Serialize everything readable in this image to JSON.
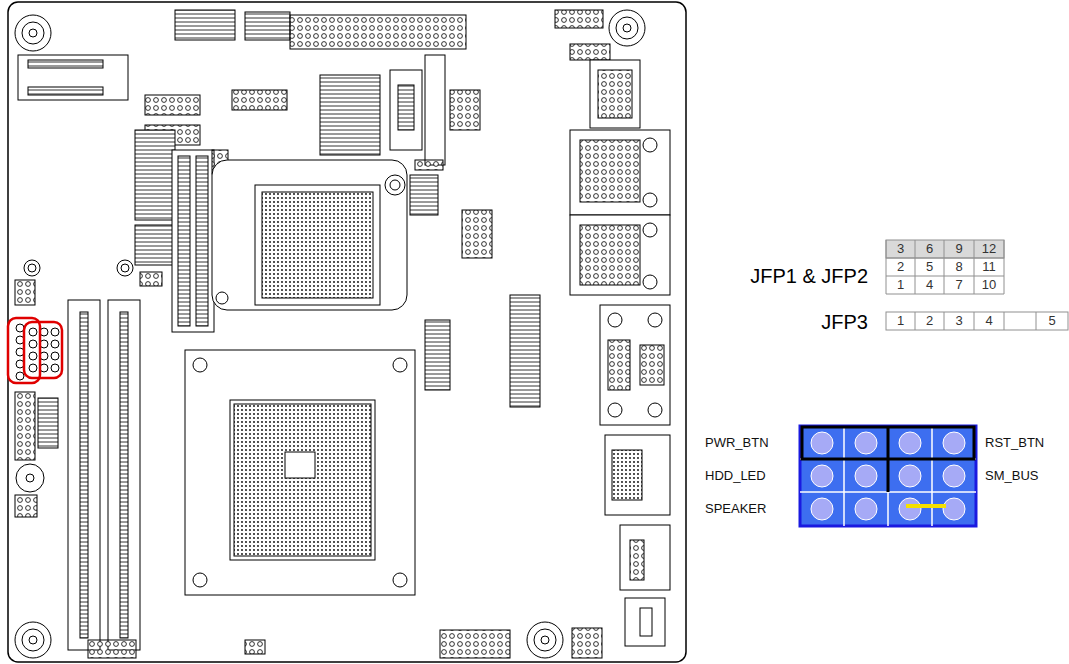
{
  "diagram": {
    "labels": [
      "JFP1 & JFP2",
      "3",
      "6",
      "9",
      "12",
      "2",
      "5",
      "8",
      "11",
      "1",
      "4",
      "7",
      "10",
      "JFP3",
      "1",
      "2",
      "3",
      "4",
      "5",
      "PWR_BTN",
      "HDD_LED",
      "SPEAKER",
      "RST_BTN",
      "SM_BUS"
    ]
  }
}
